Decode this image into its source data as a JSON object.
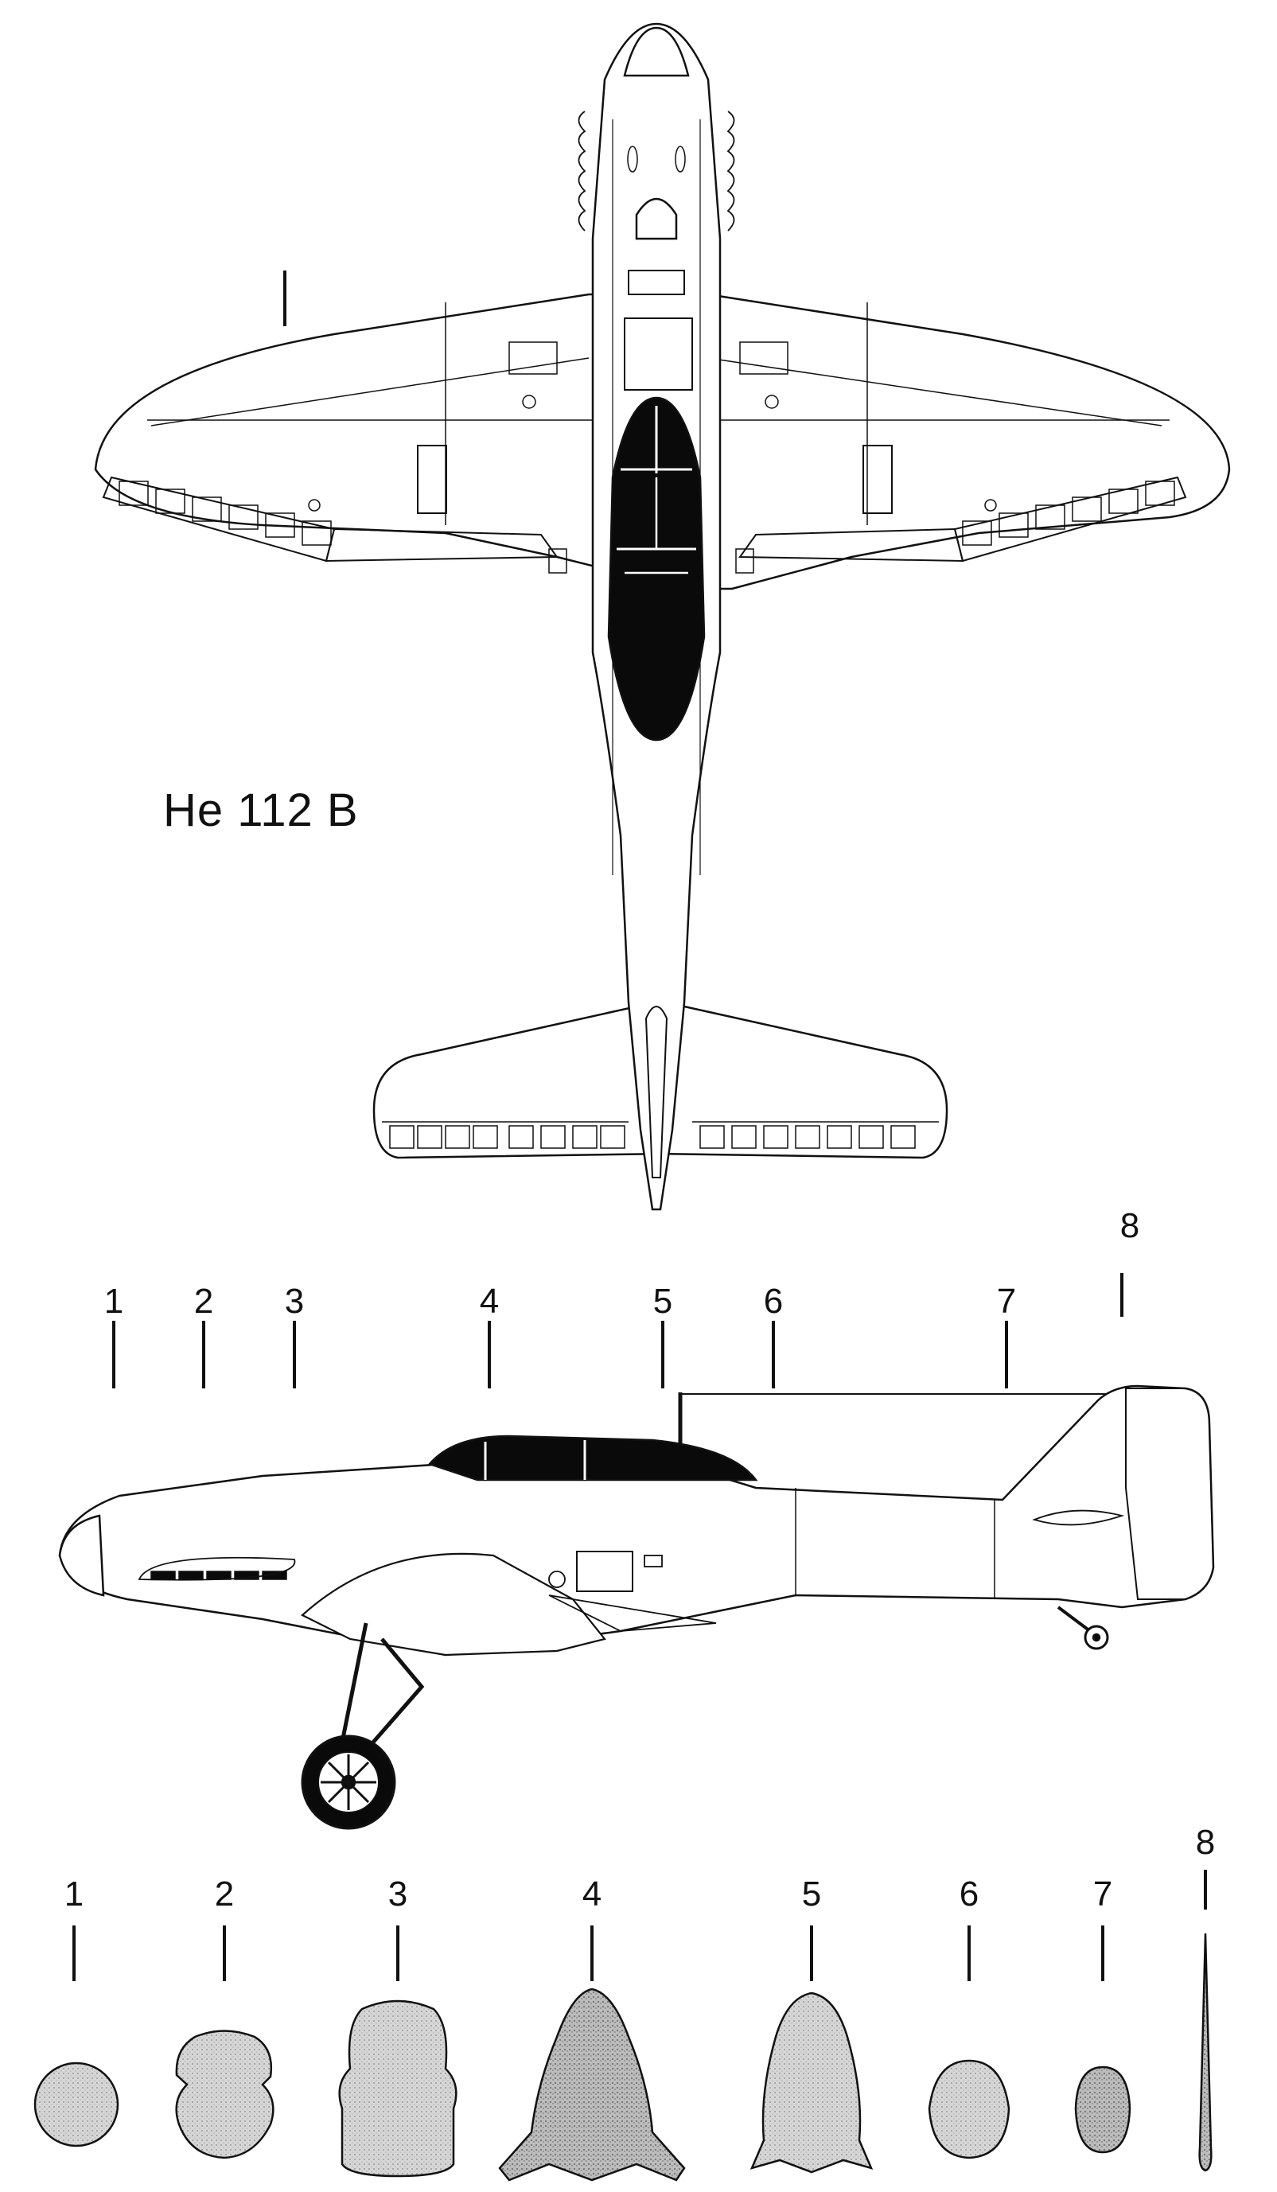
{
  "title": "He 112 B",
  "station_labels_side": [
    "1",
    "2",
    "3",
    "4",
    "5",
    "6",
    "7",
    "8"
  ],
  "station_labels_sections": [
    "1",
    "2",
    "3",
    "4",
    "5",
    "6",
    "7",
    "8"
  ],
  "sections": [
    {
      "label": "1",
      "shape": "round-section"
    },
    {
      "label": "2",
      "shape": "oval-section-notched"
    },
    {
      "label": "3",
      "shape": "square-section"
    },
    {
      "label": "4",
      "shape": "pointed-section-with-wings"
    },
    {
      "label": "5",
      "shape": "pointed-section"
    },
    {
      "label": "6",
      "shape": "oval-section"
    },
    {
      "label": "7",
      "shape": "small-oval-section"
    },
    {
      "label": "8",
      "shape": "antenna-section"
    }
  ],
  "colors": {
    "line": "#111111",
    "canopy": "#0a0a0a",
    "section_fill": "#cfcfcf",
    "panel": "#ffffff"
  }
}
